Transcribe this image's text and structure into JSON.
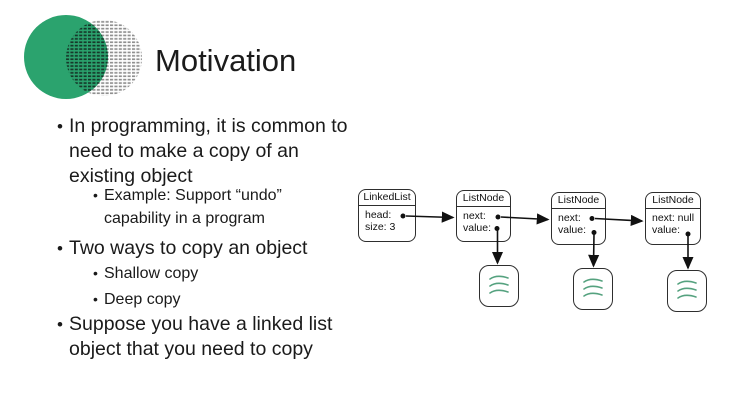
{
  "slide": {
    "title": "Motivation",
    "bullets": [
      {
        "level": 1,
        "text": "In programming, it is common to\nneed to make a copy of an\nexisting object"
      },
      {
        "level": 2,
        "text": "Example: Support “undo”\ncapability in a program"
      },
      {
        "level": 1,
        "text": "Two ways to copy an object"
      },
      {
        "level": 2,
        "text": "Shallow copy"
      },
      {
        "level": 2,
        "text": "Deep copy"
      },
      {
        "level": 1,
        "text": "Suppose you have a linked list\nobject that you need to copy"
      }
    ]
  },
  "diagram": {
    "linked_list": {
      "title": "LinkedList",
      "fields": [
        "head:",
        "size: 3"
      ]
    },
    "nodes": [
      {
        "title": "ListNode",
        "fields": [
          "next:",
          "value:"
        ]
      },
      {
        "title": "ListNode",
        "fields": [
          "next:",
          "value:"
        ]
      },
      {
        "title": "ListNode",
        "fields": [
          "next: null",
          "value:"
        ]
      }
    ],
    "value_objects_count": 3
  },
  "colors": {
    "logo_green": "#2BA36E",
    "logo_halftone_gray": "#8f8f8f",
    "logo_halftone_dark": "#16382a",
    "scribble_green": "#55a27f",
    "text": "#1a1a1a",
    "box_border": "#2e2e2e"
  }
}
